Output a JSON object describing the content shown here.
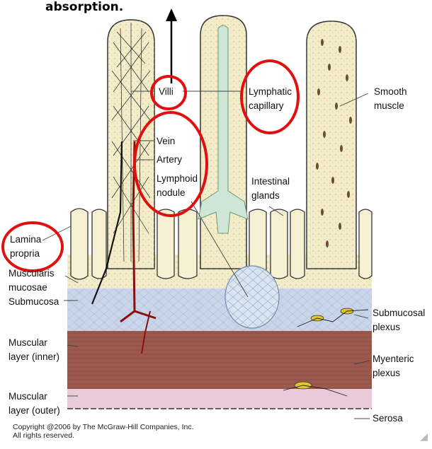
{
  "header": {
    "text": "absorption."
  },
  "labels": {
    "villi": "Villi",
    "lymphatic_capillary_1": "Lymphatic",
    "lymphatic_capillary_2": "capillary",
    "smooth_muscle_1": "Smooth",
    "smooth_muscle_2": "muscle",
    "vein": "Vein",
    "artery": "Artery",
    "lymphoid_nodule_1": "Lymphoid",
    "lymphoid_nodule_2": "nodule",
    "intestinal_glands_1": "Intestinal",
    "intestinal_glands_2": "glands",
    "lamina_propria_1": "Lamina",
    "lamina_propria_2": "propria",
    "muscularis_mucosae_1": "Muscularis",
    "muscularis_mucosae_2": "mucosae",
    "submucosa": "Submucosa",
    "muscular_inner_1": "Muscular",
    "muscular_inner_2": "layer (inner)",
    "muscular_outer_1": "Muscular",
    "muscular_outer_2": "layer (outer)",
    "submucosal_plexus_1": "Submucosal",
    "submucosal_plexus_2": "plexus",
    "myenteric_plexus_1": "Myenteric",
    "myenteric_plexus_2": "plexus",
    "serosa": "Serosa"
  },
  "copyright": {
    "line1": "Copyright @2006 by The McGraw-Hill Companies, Inc.",
    "line2": "All rights reserved."
  },
  "colors": {
    "highlight_circle": "#e01010",
    "submucosa": "#c9d6ea",
    "muscular_inner": "#9c5a4e",
    "muscular_outer": "#e8cbd6",
    "villus_fill": "#f3ecc8",
    "lymphatic": "#cfe6d6",
    "vessel_red": "#8a1010"
  }
}
